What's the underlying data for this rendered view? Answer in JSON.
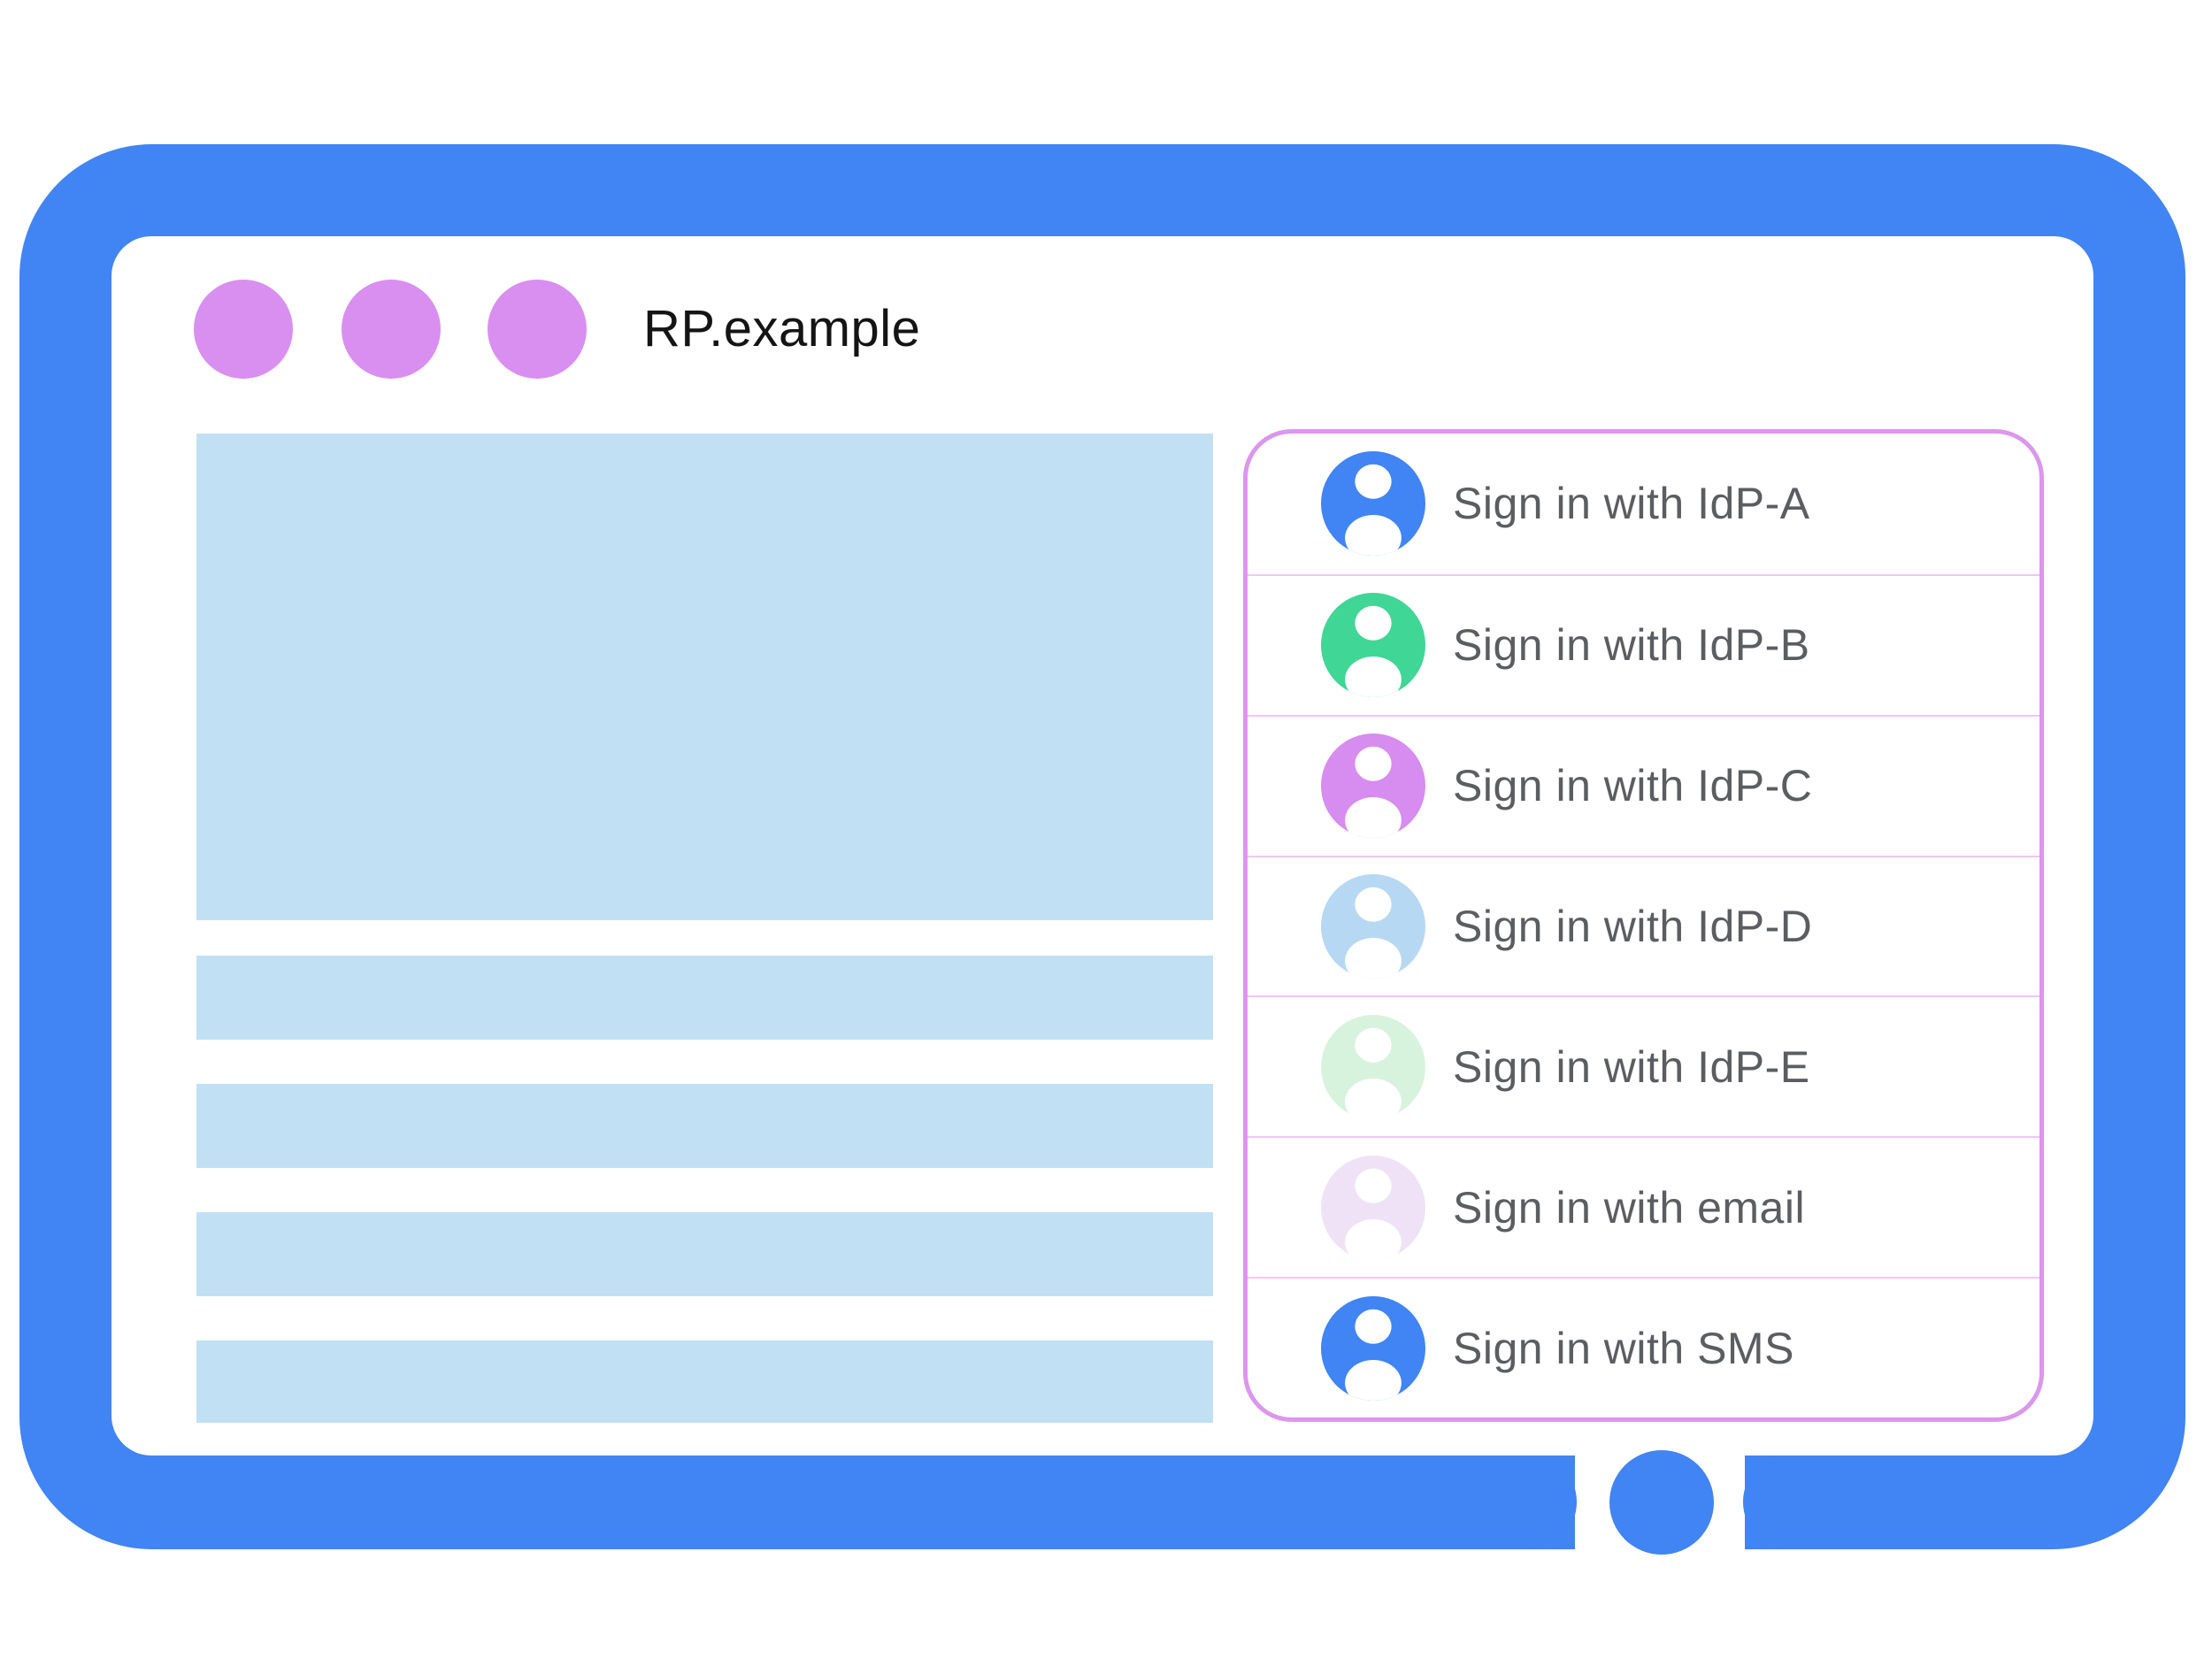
{
  "colors": {
    "frame-blue": "#4184F3",
    "screen-white": "#FFFFFF",
    "placeholder-blue": "#C1E0F4",
    "dot-purple": "#D98FF0",
    "panel-border": "#DC96EC",
    "panel-divider": "#F1C6F3",
    "label-gray": "#5B5D60",
    "title-black": "#141414"
  },
  "browser": {
    "title": "RP.example"
  },
  "signin_panel": {
    "options": [
      {
        "label": "Sign in with IdP-A",
        "avatar_color": "#4184F3"
      },
      {
        "label": "Sign in with IdP-B",
        "avatar_color": "#40D695"
      },
      {
        "label": "Sign in with IdP-C",
        "avatar_color": "#D78CEF"
      },
      {
        "label": "Sign in with IdP-D",
        "avatar_color": "#B7D8F2"
      },
      {
        "label": "Sign in with IdP-E",
        "avatar_color": "#D8F3DD"
      },
      {
        "label": "Sign in with email",
        "avatar_color": "#F0E2F6"
      },
      {
        "label": "Sign in with SMS",
        "avatar_color": "#4184F3"
      }
    ]
  }
}
